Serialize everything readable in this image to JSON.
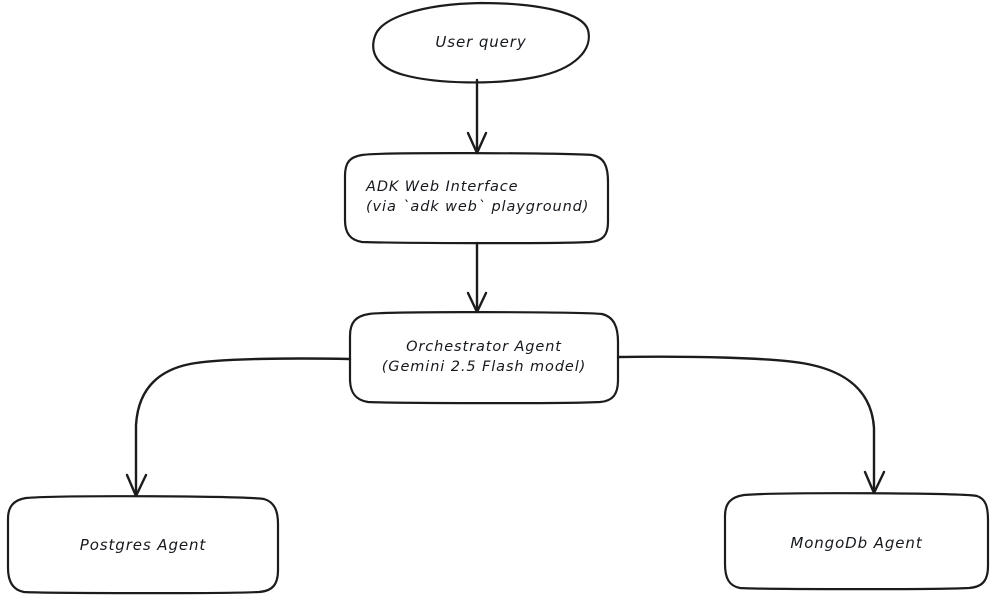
{
  "diagram": {
    "type": "flowchart",
    "background_color": "#ffffff",
    "stroke_color": "#1c1c1c",
    "text_color": "#15181d",
    "style": "hand-drawn",
    "nodes": [
      {
        "id": "user-query",
        "shape": "ellipse",
        "label": "User query",
        "align": "center"
      },
      {
        "id": "adk-web-interface",
        "shape": "rounded-rectangle",
        "label": "ADK Web Interface\n(via `adk web` playground)",
        "line1": "ADK Web Interface",
        "line2": "(via `adk web` playground)",
        "align": "left"
      },
      {
        "id": "orchestrator-agent",
        "shape": "rounded-rectangle",
        "label": "Orchestrator Agent\n(Gemini 2.5 Flash model)",
        "line1": "Orchestrator Agent",
        "line2": "(Gemini 2.5 Flash model)",
        "align": "center"
      },
      {
        "id": "postgres-agent",
        "shape": "rounded-rectangle",
        "label": "Postgres Agent",
        "align": "center"
      },
      {
        "id": "mongodb-agent",
        "shape": "rounded-rectangle",
        "label": "MongoDb Agent",
        "align": "center"
      }
    ],
    "edges": [
      {
        "id": "edge-user-to-adk",
        "from": "user-query",
        "to": "adk-web-interface",
        "label": "",
        "arrow": "down"
      },
      {
        "id": "edge-adk-to-orchestrator",
        "from": "adk-web-interface",
        "to": "orchestrator-agent",
        "label": "",
        "arrow": "down"
      },
      {
        "id": "edge-orchestrator-to-postgres",
        "from": "orchestrator-agent",
        "to": "postgres-agent",
        "label": "",
        "arrow": "down"
      },
      {
        "id": "edge-orchestrator-to-mongodb",
        "from": "orchestrator-agent",
        "to": "mongodb-agent",
        "label": "",
        "arrow": "down"
      }
    ]
  }
}
